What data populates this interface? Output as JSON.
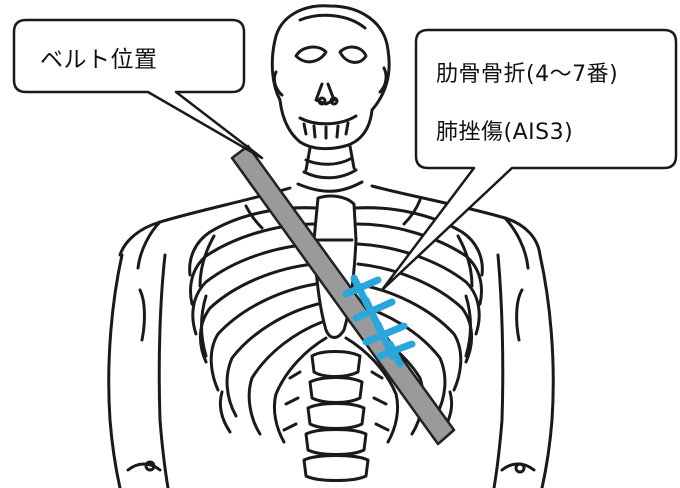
{
  "belt_callout": {
    "label": "ベルト位置"
  },
  "injury_callout": {
    "line1": "肋骨骨折(4〜7番)",
    "line2": "肺挫傷(AIS3)"
  },
  "colors": {
    "belt_fill": "#9a9a9a",
    "belt_stroke": "#222222",
    "fracture_marks": "#2aa6df",
    "outline": "#1a1a1a",
    "background": "#ffffff"
  },
  "figure": {
    "subject": "skeleton-upper-body"
  }
}
